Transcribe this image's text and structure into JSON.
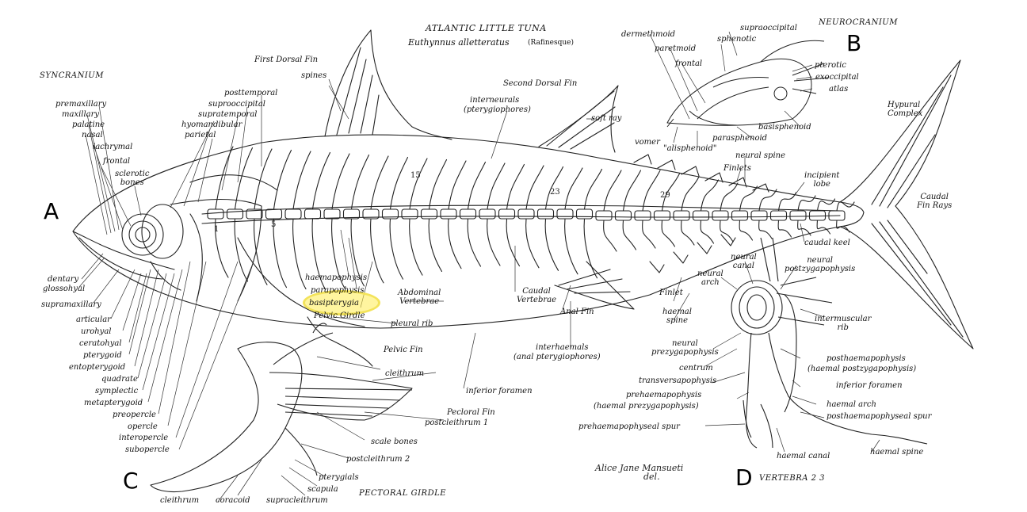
{
  "title": "ATLANTIC LITTLE TUNA",
  "species": "Euthynnus alletteratus",
  "authority": "(Rafinesque)",
  "sections": {
    "a": "A",
    "b": "B",
    "c": "C",
    "d": "D",
    "syncranium": "SYNCRANIUM",
    "neurocranium": "NEUROCRANIUM",
    "pectoral_girdle": "PECTORAL GIRDLE",
    "vertebra": "VERTEBRA  2 3"
  },
  "vertebra_numbers": {
    "n1": "1",
    "n5": "5",
    "n15": "15",
    "n23": "23",
    "n29": "29"
  },
  "signature": {
    "line1": "Alice Jane Mansueti",
    "line2": "del."
  },
  "labels_syncranium": {
    "premaxillary": "premaxillary",
    "maxillary": "maxillary",
    "palatine": "palatine",
    "nasal": "nasal",
    "lachrymal": "lachrymal",
    "frontal": "frontal",
    "sclerotic_bones": "sclerotic\nbones",
    "parietal": "parietal",
    "hyomandibular": "hyomandibular",
    "supratemporal": "supratemporal",
    "suprooccipital": "suprooccipital",
    "posttemporal": "posttemporal",
    "dentary": "dentary",
    "glossohyal": "glossohyal",
    "supramaxillary": "supramaxillary",
    "articular": "articular",
    "urohyal": "urohyal",
    "ceratohyal": "ceratohyal",
    "pterygoid": "pterygoid",
    "entopterygoid": "entopterygoid",
    "quadrate": "quadrate",
    "symplectic": "symplectic",
    "metapterygoid": "metapterygoid",
    "preopercle": "preopercle",
    "opercle": "opercle",
    "interopercle": "interopercle",
    "subopercle": "subopercle"
  },
  "labels_body": {
    "first_dorsal_fin": "First Dorsal Fin",
    "spines": "spines",
    "second_dorsal_fin": "Second Dorsal Fin",
    "interneurals": "interneurals",
    "pterygiophores": "(pterygiophores)",
    "soft_ray": "soft ray",
    "neural_spine": "neural spine",
    "finlets": "Finlets",
    "incipient_lobe": "incipient\nlobe",
    "hypural_complex": "Hypural\nComplex",
    "caudal_fin_rays": "Caudal\nFin Rays",
    "caudal_keel": "caudal keel",
    "haemapophysis": "haemapophysis",
    "parapophysis": "parapophysis",
    "basipterygia": "basipterygia",
    "pelvic_girdle": "Pelvic Girdle",
    "abdominal_vertebrae": "Abdominal\nVertebrae",
    "caudal_vertebrae": "Caudal\nVertebrae",
    "pleural_rib": "pleural rib",
    "anal_fin": "Anal Fin",
    "interhaemals": "interhaemals",
    "anal_pterygiophores": "(anal pterygiophores)",
    "finlet": "Finlet",
    "haemal_spine_left": "haemal\nspine",
    "inferior_foramen_body": "inferior foramen",
    "pelvic_fin": "Pelvic Fin",
    "pectoral_fin": "Pecloral  Fin"
  },
  "labels_neurocranium": {
    "dermethmoid": "dermethmoid",
    "paretmoid": "paretmoid",
    "frontal": "frontal",
    "supraoccipital": "supraoccipital",
    "sphenotic": "sphenotic",
    "pterotic": "pterotic",
    "exoccipital": "exoccipital",
    "atlas": "atlas",
    "basisphenoid": "basisphenoid",
    "parasphenoid": "parasphenoid",
    "vomer": "vomer",
    "alisphenoid": "\"alisphenoid\""
  },
  "labels_pectoral": {
    "cleithrum_top": "cleithrum",
    "postcleithrum_1": "postcleithrum 1",
    "scale_bones": "scale bones",
    "postcleithrum_2": "postcleithrum 2",
    "pterygials": "pterygials",
    "scapula": "scapula",
    "supracleithrum": "supracleithrum",
    "coracoid": "coracoid",
    "cleithrum_bottom": "cleithrum"
  },
  "labels_vertebra": {
    "neural_canal": "neural\ncanal",
    "neural_postzygapophysis": "neural\npostzygapophysis",
    "neural_arch": "neural\narch",
    "intermuscular_rib": "intermuscular\nrib",
    "neural_prezygapophysis": "neural\nprezygapophysis",
    "centrum": "centrum",
    "transversapophysis": "transversapophysis",
    "prehaemapophysis": "prehaemapophysis",
    "haemal_prezygapophysis": "(haemal prezygapophysis)",
    "posthaemapophysis": "posthaemapophysis",
    "haemal_postzygapophysis": "(haemal postzygapophysis)",
    "inferior_foramen": "inferior foramen",
    "haemal_arch": "haemal arch",
    "posthaemapophyseal_spur": "posthaemapophyseal spur",
    "prehaemapophyseal_spur": "prehaemapophyseal spur",
    "haemal_canal": "haemal canal",
    "haemal_spine": "haemal spine"
  }
}
